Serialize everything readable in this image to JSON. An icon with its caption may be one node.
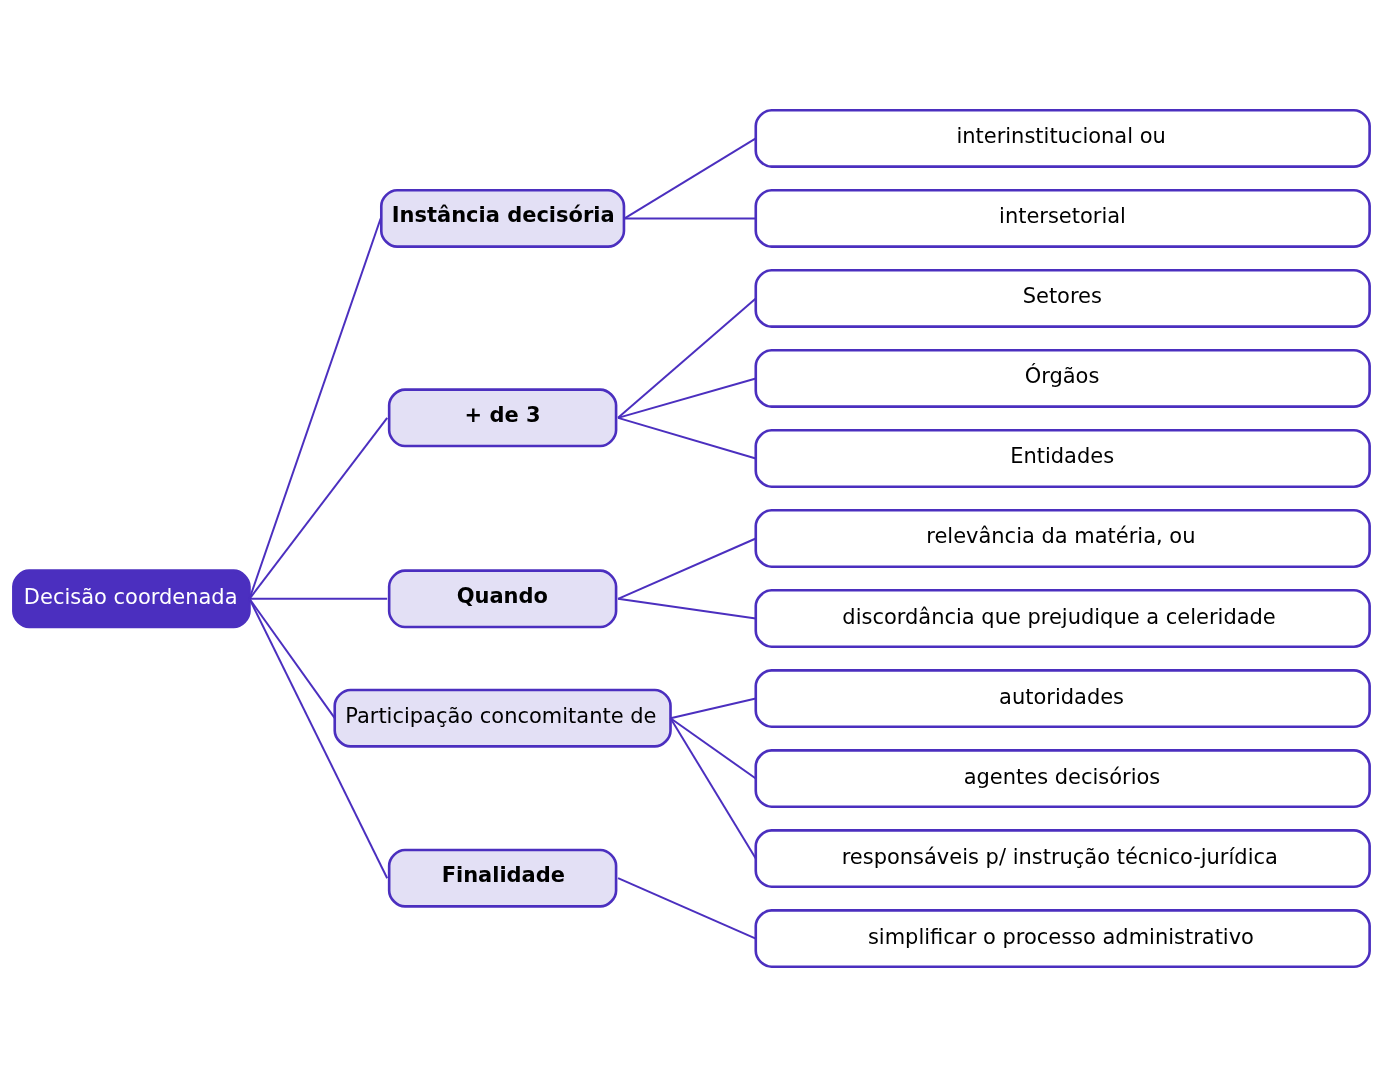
{
  "diagram": {
    "nodes": [
      {
        "text": [
          "Decisão coordenada"
        ]
      },
      {
        "text": [
          "Instância decisória"
        ]
      },
      {
        "text": [
          "+ de 3"
        ]
      },
      {
        "text": [
          "Quando"
        ]
      },
      {
        "text": [
          "Participação concomitante de"
        ]
      },
      {
        "text": [
          "Finalidade"
        ]
      },
      {
        "text": [
          "interinstitucional ou"
        ]
      },
      {
        "text": [
          "intersetorial"
        ]
      },
      {
        "text": [
          "Setores"
        ]
      },
      {
        "text": [
          "Órgãos"
        ]
      },
      {
        "text": [
          "Entidades"
        ]
      },
      {
        "text": [
          "relevância da matéria, ou"
        ]
      },
      {
        "text": [
          "discordância que prejudique a celeridade"
        ]
      },
      {
        "text": [
          "autoridades"
        ]
      },
      {
        "text": [
          "agentes decisórios"
        ]
      },
      {
        "text": [
          "responsáveis p/ instrução técnico-jurídica"
        ]
      },
      {
        "text": [
          "simplificar o processo administrativo"
        ]
      }
    ],
    "edges": [
      {
        "from": 0,
        "to": 1,
        "arrow": "none"
      },
      {
        "from": 0,
        "to": 2,
        "arrow": "none"
      },
      {
        "from": 0,
        "to": 3,
        "arrow": "none"
      },
      {
        "from": 0,
        "to": 4,
        "arrow": "none"
      },
      {
        "from": 0,
        "to": 5,
        "arrow": "none"
      },
      {
        "from": 1,
        "to": 6,
        "arrow": "none"
      },
      {
        "from": 1,
        "to": 7,
        "arrow": "none"
      },
      {
        "from": 2,
        "to": 8,
        "arrow": "none"
      },
      {
        "from": 2,
        "to": 9,
        "arrow": "none"
      },
      {
        "from": 2,
        "to": 10,
        "arrow": "none"
      },
      {
        "from": 3,
        "to": 11,
        "arrow": "none"
      },
      {
        "from": 3,
        "to": 12,
        "arrow": "none"
      },
      {
        "from": 4,
        "to": 13,
        "arrow": "none"
      },
      {
        "from": 4,
        "to": 14,
        "arrow": "none"
      },
      {
        "from": 4,
        "to": 15,
        "arrow": "none"
      },
      {
        "from": 5,
        "to": 16,
        "arrow": "none"
      }
    ]
  }
}
